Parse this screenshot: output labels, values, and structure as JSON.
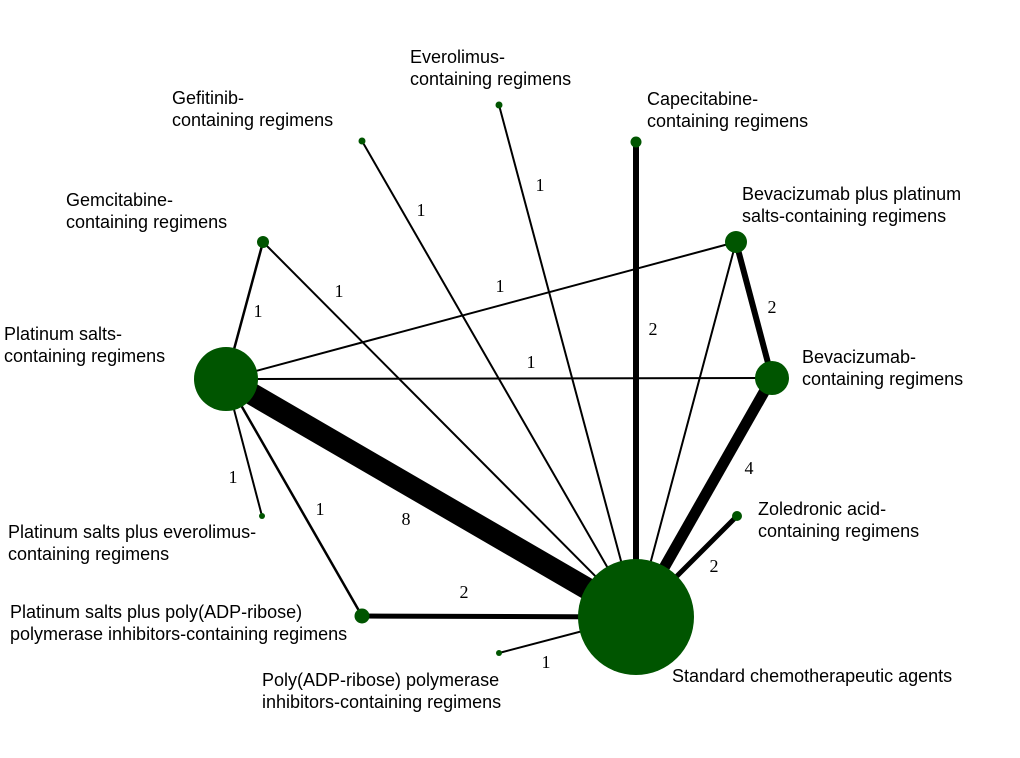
{
  "network": {
    "node_color": "#005500",
    "edge_color": "#000000",
    "nodes": [
      {
        "id": "platinum",
        "label_lines": [
          "Platinum salts-",
          "containing regimens"
        ]
      },
      {
        "id": "standard",
        "label_lines": [
          "Standard chemotherapeutic agents"
        ]
      },
      {
        "id": "gemcitabine",
        "label_lines": [
          "Gemcitabine-",
          "containing regimens"
        ]
      },
      {
        "id": "gefitinib",
        "label_lines": [
          "Gefitinib-",
          "containing regimens"
        ]
      },
      {
        "id": "everolimus",
        "label_lines": [
          "Everolimus-",
          "containing regimens"
        ]
      },
      {
        "id": "capecitabine",
        "label_lines": [
          "Capecitabine-",
          "containing regimens"
        ]
      },
      {
        "id": "bev_platinum",
        "label_lines": [
          "Bevacizumab plus platinum",
          "salts-containing regimens"
        ]
      },
      {
        "id": "bevacizumab",
        "label_lines": [
          "Bevacizumab-",
          "containing regimens"
        ]
      },
      {
        "id": "zoledronic",
        "label_lines": [
          "Zoledronic acid-",
          "containing regimens"
        ]
      },
      {
        "id": "parp",
        "label_lines": [
          "Poly(ADP-ribose) polymerase",
          "inhibitors-containing regimens"
        ]
      },
      {
        "id": "plat_parp",
        "label_lines": [
          "Platinum salts plus poly(ADP-ribose)",
          "polymerase inhibitors-containing regimens"
        ]
      },
      {
        "id": "plat_everolimus",
        "label_lines": [
          "Platinum salts plus everolimus-",
          "containing regimens"
        ]
      }
    ],
    "edges": [
      {
        "id": "platinum-standard",
        "from": "platinum",
        "to": "standard",
        "count": "8"
      },
      {
        "id": "platinum-gemcitabine",
        "from": "platinum",
        "to": "gemcitabine",
        "count": "1"
      },
      {
        "id": "platinum-bev_platinum",
        "from": "platinum",
        "to": "bev_platinum",
        "count": "1"
      },
      {
        "id": "platinum-bevacizumab",
        "from": "platinum",
        "to": "bevacizumab",
        "count": "1"
      },
      {
        "id": "platinum-plat_everolimus",
        "from": "platinum",
        "to": "plat_everolimus",
        "count": "1"
      },
      {
        "id": "platinum-plat_parp",
        "from": "platinum",
        "to": "plat_parp",
        "count": "1"
      },
      {
        "id": "gemcitabine-standard",
        "from": "gemcitabine",
        "to": "standard",
        "count": "1"
      },
      {
        "id": "gefitinib-standard",
        "from": "gefitinib",
        "to": "standard",
        "count": "1"
      },
      {
        "id": "everolimus-standard",
        "from": "everolimus",
        "to": "standard",
        "count": "1"
      },
      {
        "id": "capecitabine-standard",
        "from": "capecitabine",
        "to": "standard",
        "count": "2"
      },
      {
        "id": "bev_platinum-bevacizumab",
        "from": "bev_platinum",
        "to": "bevacizumab",
        "count": "2"
      },
      {
        "id": "bev_platinum-standard",
        "from": "bev_platinum",
        "to": "standard",
        "count": ""
      },
      {
        "id": "bevacizumab-standard",
        "from": "bevacizumab",
        "to": "standard",
        "count": "4"
      },
      {
        "id": "zoledronic-standard",
        "from": "zoledronic",
        "to": "standard",
        "count": "2"
      },
      {
        "id": "plat_parp-standard",
        "from": "plat_parp",
        "to": "standard",
        "count": "2"
      },
      {
        "id": "parp-standard",
        "from": "parp",
        "to": "standard",
        "count": "1"
      }
    ]
  }
}
